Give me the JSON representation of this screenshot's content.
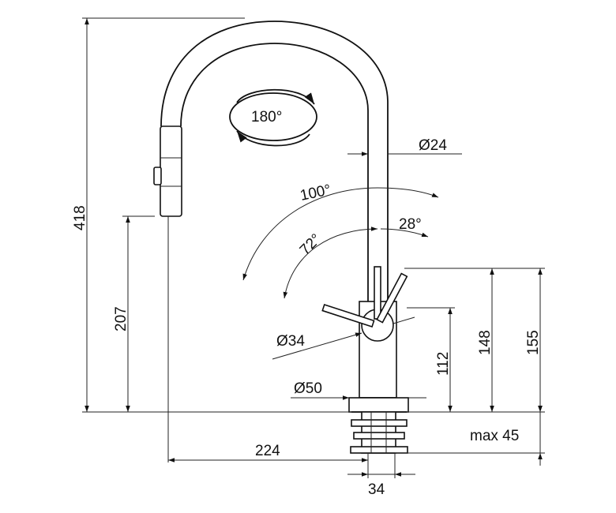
{
  "labels": {
    "rotation": "180°",
    "spout_diameter": "Ø24",
    "swing_large": "100°",
    "swing_small": "72°",
    "lever_angle": "28°",
    "body_diameter": "Ø34",
    "base_diameter": "Ø50",
    "total_height": "418",
    "spout_height": "207",
    "lever_height": "112",
    "lever_top_height": "148",
    "lever_max_height": "155",
    "max_thickness": "max 45",
    "reach": "224",
    "shank_width": "34"
  },
  "colors": {
    "line": "#111111",
    "background": "#ffffff"
  }
}
